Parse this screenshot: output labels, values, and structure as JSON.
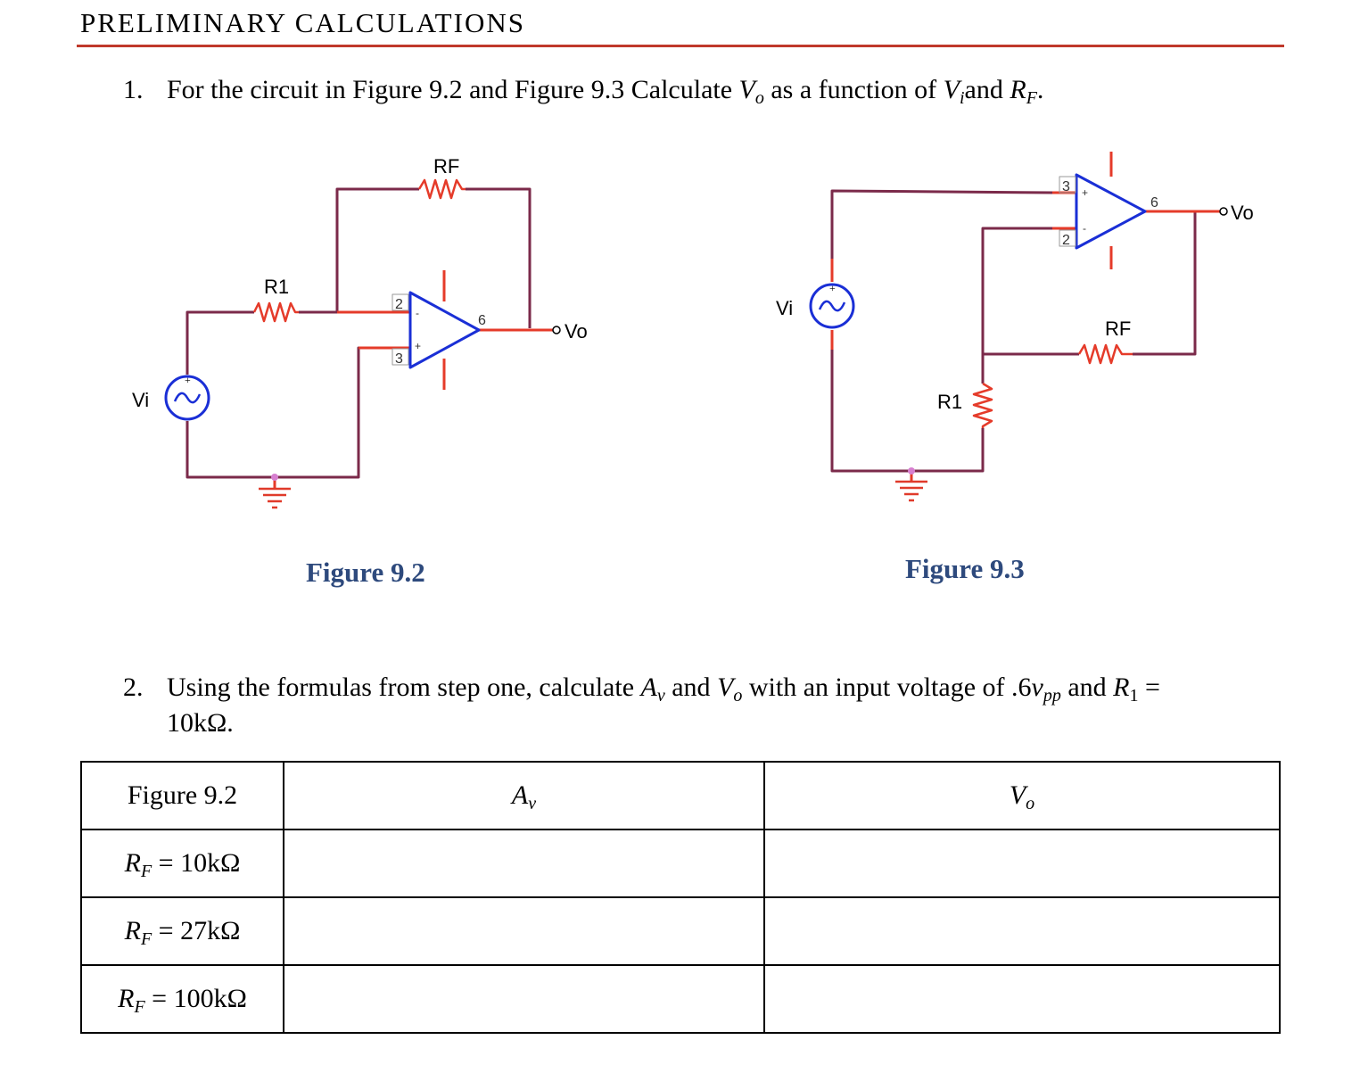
{
  "heading": "PRELIMINARY CALCULATIONS",
  "question1": {
    "number": "1.",
    "text_a": "For the circuit in Figure 9.2 and Figure 9.3 Calculate ",
    "vo_sym": "V",
    "vo_sub": "o",
    "text_b": " as a function of ",
    "vi_sym": "V",
    "vi_sub": "i",
    "text_c": "and ",
    "rf_sym": "R",
    "rf_sub": "F",
    "text_d": "."
  },
  "figure92": {
    "caption": "Figure 9.2",
    "labels": {
      "rf": "RF",
      "r1": "R1",
      "vi": "Vi",
      "vo": "Vo",
      "pin2": "2",
      "pin3": "3",
      "pin6": "6",
      "minus": "-",
      "plus": "+"
    }
  },
  "figure93": {
    "caption": "Figure 9.3",
    "labels": {
      "rf": "RF",
      "r1": "R1",
      "vi": "Vi",
      "vo": "Vo",
      "pin2": "2",
      "pin3": "3",
      "pin6": "6",
      "minus": "-",
      "plus": "+"
    }
  },
  "question2": {
    "number": "2.",
    "text_a": "Using the formulas from step one, calculate ",
    "av_sym": "A",
    "av_sub": "v",
    "text_b": " and ",
    "vo_sym": "V",
    "vo_sub": "o",
    "text_c": " with an input voltage of .6",
    "vpp_sym": "v",
    "vpp_sub": "pp",
    "text_d": " and ",
    "r1_sym": "R",
    "r1_sub": "1",
    "text_e": " =",
    "line2": "10kΩ."
  },
  "table": {
    "header": [
      "Figure 9.2",
      "A",
      "V"
    ],
    "header_subs": [
      "",
      "v",
      "o"
    ],
    "rows": [
      {
        "sym": "R",
        "sub": "F",
        "value": " = 10kΩ"
      },
      {
        "sym": "R",
        "sub": "F",
        "value": " = 27kΩ"
      },
      {
        "sym": "R",
        "sub": "F",
        "value": " = 100kΩ"
      }
    ]
  },
  "colors": {
    "wire": "#7b2a4a",
    "lead": "#e53b2a",
    "opamp": "#1a2fd6",
    "caption": "#2e4a7d",
    "rule": "#c0392b",
    "ground": "#e03a2a",
    "node": "#d77fd0"
  }
}
